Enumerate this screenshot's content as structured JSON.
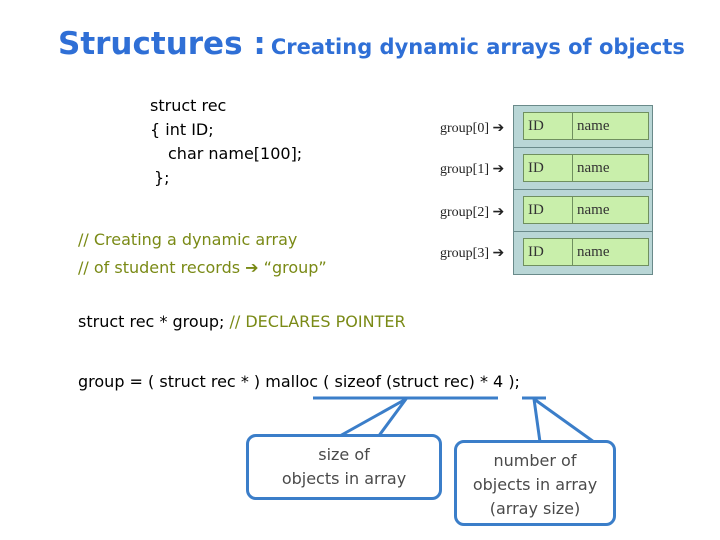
{
  "title": {
    "main": "Structures :",
    "sub": "Creating dynamic arrays of objects"
  },
  "struct_def": {
    "line1": "struct rec",
    "line2": "{   int ID;",
    "line3": "char  name[100];",
    "line4": "};"
  },
  "comment1": {
    "line1": "// Creating a dynamic  array",
    "line2_prefix": "// of student records",
    "arrow": "➔",
    "line2_suffix": "“group”"
  },
  "declaration": {
    "code": "struct rec  * group;",
    "comment": "// DECLARES POINTER"
  },
  "malloc_line": "group = ( struct rec * ) malloc ( sizeof (struct rec)   *  4  );",
  "array_labels": [
    "group[0]",
    "group[1]",
    "group[2]",
    "group[3]"
  ],
  "arrow_glyph": "➔",
  "array_cells": {
    "id": "ID",
    "name": "name"
  },
  "callout_left": {
    "line1": "size of",
    "line2": "objects in array"
  },
  "callout_right": {
    "line1": "number of",
    "line2": "objects in array",
    "line3": "(array size)"
  },
  "colors": {
    "title": "#2f6fd6",
    "comment": "#7a8a16",
    "callout_border": "#3b7ec9",
    "array_bg": "#b9d6d6",
    "cell_bg": "#c9efab"
  }
}
